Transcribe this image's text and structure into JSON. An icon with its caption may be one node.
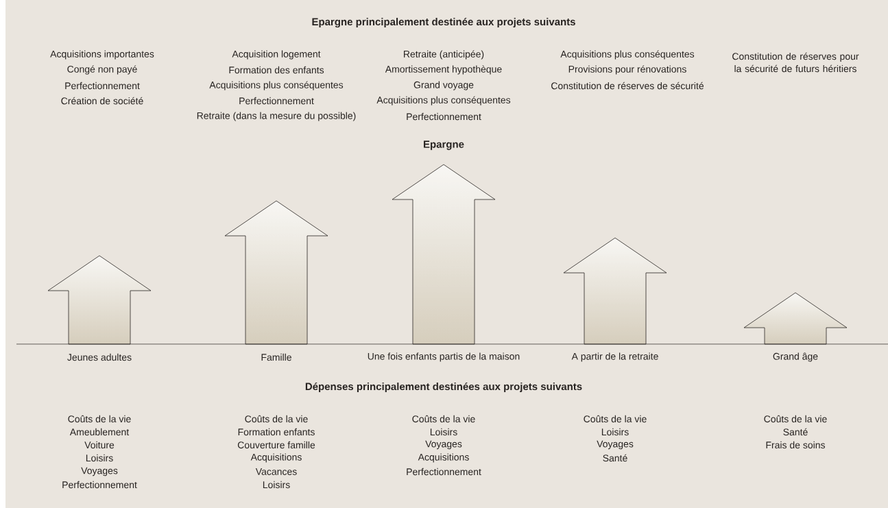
{
  "diagram": {
    "title": "Epargne principalement destinée aux projets suivants",
    "labels": [
      "Acquisitions importantes",
      "Congé non payé",
      "Perfectionnement",
      "Création de société",
      "Acquisition logement",
      "Formation des enfants",
      "Acquisitions plus conséquentes",
      "Perfectionnement",
      "Retraite (dans la mesure du possible)",
      "Retraite (anticipée)",
      "Amortissement hypothèque",
      "Grand voyage",
      "Acquisitions plus conséquentes",
      "Perfectionnement",
      "Acquisitions plus conséquentes",
      "Provisions pour rénovations",
      "Constitution de réserves de sécurité",
      "Constitution de réserves pour la sécurité de futurs héritiers",
      "Epargne",
      "Jeunes adultes",
      "Famille",
      "Une fois enfants partis de la maison",
      "A partir de la retraite",
      "Grand âge",
      "Dépenses principalement destinées aux projets suivants",
      "Coûts de la vie",
      "Ameublement",
      "Voiture",
      "Loisirs",
      "Voyages",
      "Perfectionnement",
      "Coûts de la vie",
      "Formation enfants",
      "Couverture famille",
      "Acquisitions",
      "Vacances",
      "Loisirs",
      "Coûts de la vie",
      "Loisirs",
      "Voyages",
      "Acquisitions",
      "Perfectionnement",
      "Coûts de la vie",
      "Loisirs",
      "Voyages",
      "Santé",
      "Coûts de la vie",
      "Santé",
      "Frais de soins"
    ]
  }
}
